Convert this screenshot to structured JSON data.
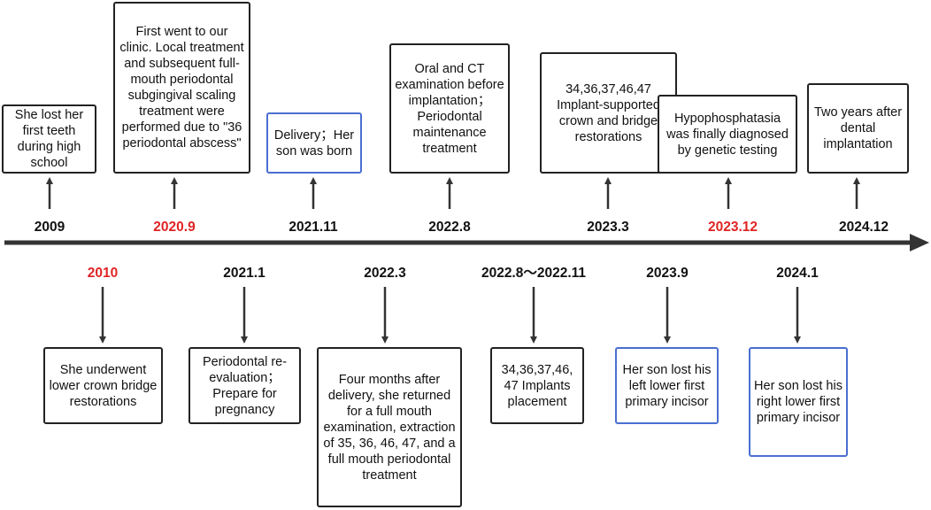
{
  "colors": {
    "line": "#333333",
    "red_date": "#e02424",
    "blue_border": "#4a6fd1",
    "text": "#111111"
  },
  "events_above": [
    {
      "date": "2009",
      "date_color": "black",
      "text": "She lost her first teeth during high school",
      "border": "black"
    },
    {
      "date": "2020.9",
      "date_color": "red",
      "text": "First went to our clinic. Local treatment and subsequent full-mouth periodontal subgingival scaling treatment were performed due to \"36 periodontal abscess\"",
      "border": "black"
    },
    {
      "date": "2021.11",
      "date_color": "black",
      "text": "Delivery；Her son was born",
      "border": "blue"
    },
    {
      "date": "2022.8",
      "date_color": "black",
      "text": "Oral and CT examination before implantation；Periodontal maintenance treatment",
      "border": "black"
    },
    {
      "date": "2023.3",
      "date_color": "black",
      "text": "34,36,37,46,47 Implant-supported crown and bridge restorations",
      "border": "black"
    },
    {
      "date": "2023.12",
      "date_color": "red",
      "text": "Hypophosphatasia was finally diagnosed by genetic testing",
      "border": "black"
    },
    {
      "date": "2024.12",
      "date_color": "black",
      "text": "Two years after dental implantation",
      "border": "black"
    }
  ],
  "events_below": [
    {
      "date": "2010",
      "date_color": "red",
      "text": "She underwent lower crown bridge restorations",
      "border": "black"
    },
    {
      "date": "2021.1",
      "date_color": "black",
      "text": "Periodontal re-evaluation；Prepare for pregnancy",
      "border": "black"
    },
    {
      "date": "2022.3",
      "date_color": "black",
      "text": "Four months after delivery, she returned for a full mouth examination, extraction of 35, 36, 46, 47, and a full mouth periodontal treatment",
      "border": "black"
    },
    {
      "date": "2022.8～2022.11",
      "date_color": "black",
      "text": "34,36,37,46, 47 Implants placement",
      "border": "black"
    },
    {
      "date": "2023.9",
      "date_color": "black",
      "text": "Her son lost his left lower first primary incisor",
      "border": "blue"
    },
    {
      "date": "2024.1",
      "date_color": "black",
      "text": "Her son lost his right lower first primary incisor",
      "border": "blue"
    }
  ]
}
